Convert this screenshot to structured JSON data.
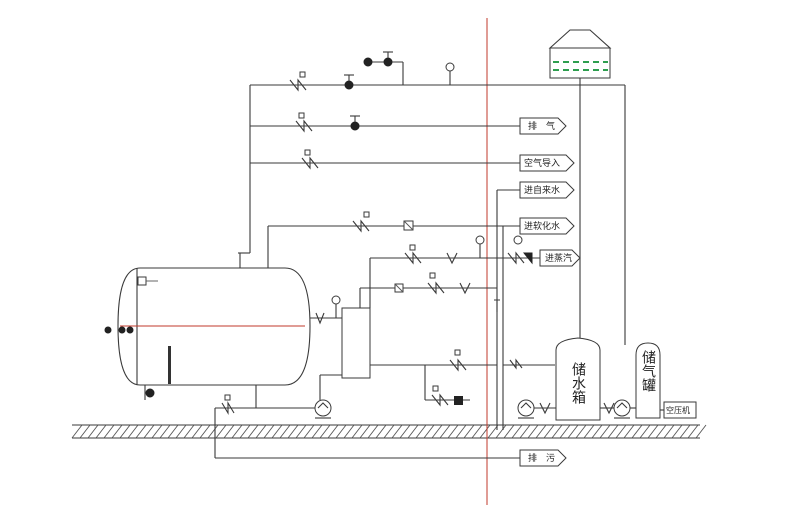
{
  "labels": {
    "exhaust": "排　气",
    "air_intake": "空气导入",
    "tap_water": "进自来水",
    "soft_water": "进软化水",
    "steam": "进蒸汽",
    "drain": "排　污",
    "water_tank": "储水箱",
    "air_tank": "储气罐",
    "compressor": "空压机"
  },
  "colors": {
    "line": "#3a3a3a",
    "divider": "#c0392b",
    "water": "#2e9e4f"
  }
}
